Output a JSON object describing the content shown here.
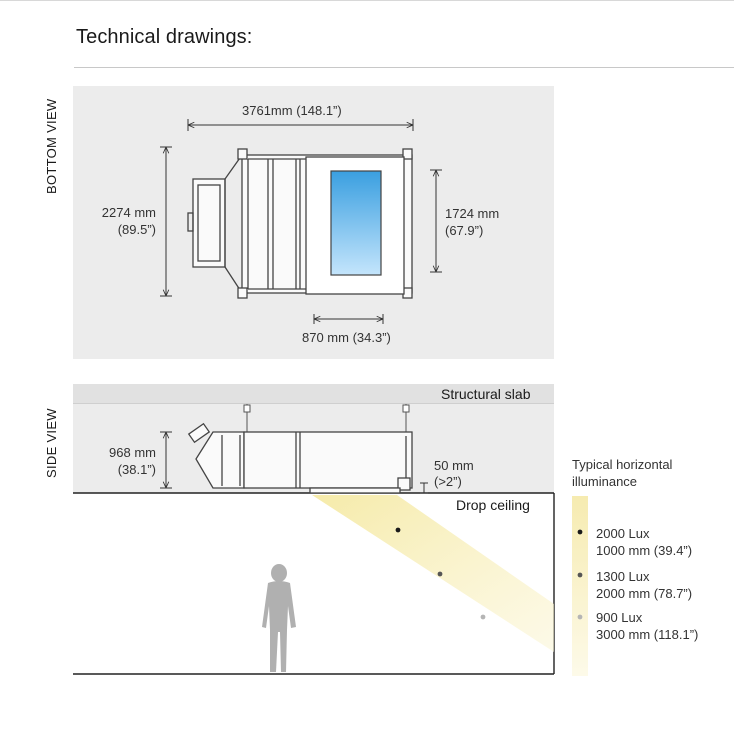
{
  "title": "Technical drawings:",
  "bottom_view": {
    "label": "BOTTOM VIEW",
    "dim_length": "3761mm (148.1”)",
    "dim_width_mm": "2274 mm",
    "dim_width_in": "(89.5”)",
    "dim_inner_mm": "1724 mm",
    "dim_inner_in": "(67.9”)",
    "dim_module": "870 mm (34.3”)"
  },
  "side_view": {
    "label": "SIDE VIEW",
    "structural_slab": "Structural slab",
    "drop_ceiling": "Drop ceiling",
    "dim_height_mm": "968 mm",
    "dim_height_in": "(38.1”)",
    "dim_gap_mm": "50 mm",
    "dim_gap_in": "(>2”)"
  },
  "legend": {
    "title_line1": "Typical horizontal",
    "title_line2": "illuminance",
    "items": [
      {
        "lux": "2000 Lux",
        "distance": "1000 mm (39.4”)",
        "color": "#1a1a1a"
      },
      {
        "lux": "1300 Lux",
        "distance": "2000 mm (78.7”)",
        "color": "#555555"
      },
      {
        "lux": "900 Lux",
        "distance": "3000 mm (118.1”)",
        "color": "#b5b5b5"
      }
    ]
  },
  "colors": {
    "panel_bg": "#ececec",
    "slab_bg": "#e1e1e1",
    "window_top": "#3a9fe0",
    "window_bottom": "#bfe2fb",
    "light_beam": "#f7efb0",
    "figure": "#b0b0b0"
  }
}
